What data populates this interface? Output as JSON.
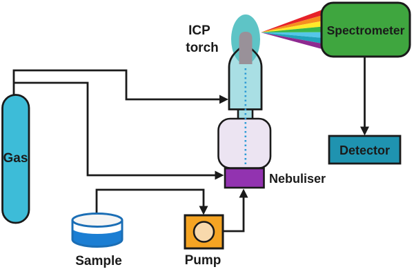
{
  "diagram": {
    "subject": "ICP spectrometer schematic",
    "line_color": "#1a1a1a",
    "aerosol_dotted_color": "#2e9bd6",
    "components": {
      "gas": {
        "label": "Gas",
        "fill": "#3dbcd8"
      },
      "icp_torch": {
        "label_line1": "ICP",
        "label_line2": "torch",
        "body_fill": "#a9dfe4",
        "flame_fill": "#5ec4c6",
        "core_fill": "#999199"
      },
      "spray_chamber": {
        "fill": "#ece4f2"
      },
      "nebuliser": {
        "label": "Nebuliser",
        "fill": "#9233b0"
      },
      "sample": {
        "label": "Sample",
        "liquid_fill": "#1b7ed3",
        "outline": "#1b6eb5",
        "rim_fill": "#f5f5f5"
      },
      "pump": {
        "label": "Pump",
        "fill": "#f5a423",
        "roller_fill": "#f8d9ac"
      },
      "spectrometer": {
        "label": "Spectrometer",
        "fill": "#3fa63f"
      },
      "detector": {
        "label": "Detector",
        "fill": "#1f93b0"
      }
    },
    "spectrum_beam": {
      "colors": [
        "#e62229",
        "#f5901f",
        "#ffe92a",
        "#39b54a",
        "#54c6e8",
        "#21a3bb",
        "#8e2a90"
      ]
    }
  }
}
